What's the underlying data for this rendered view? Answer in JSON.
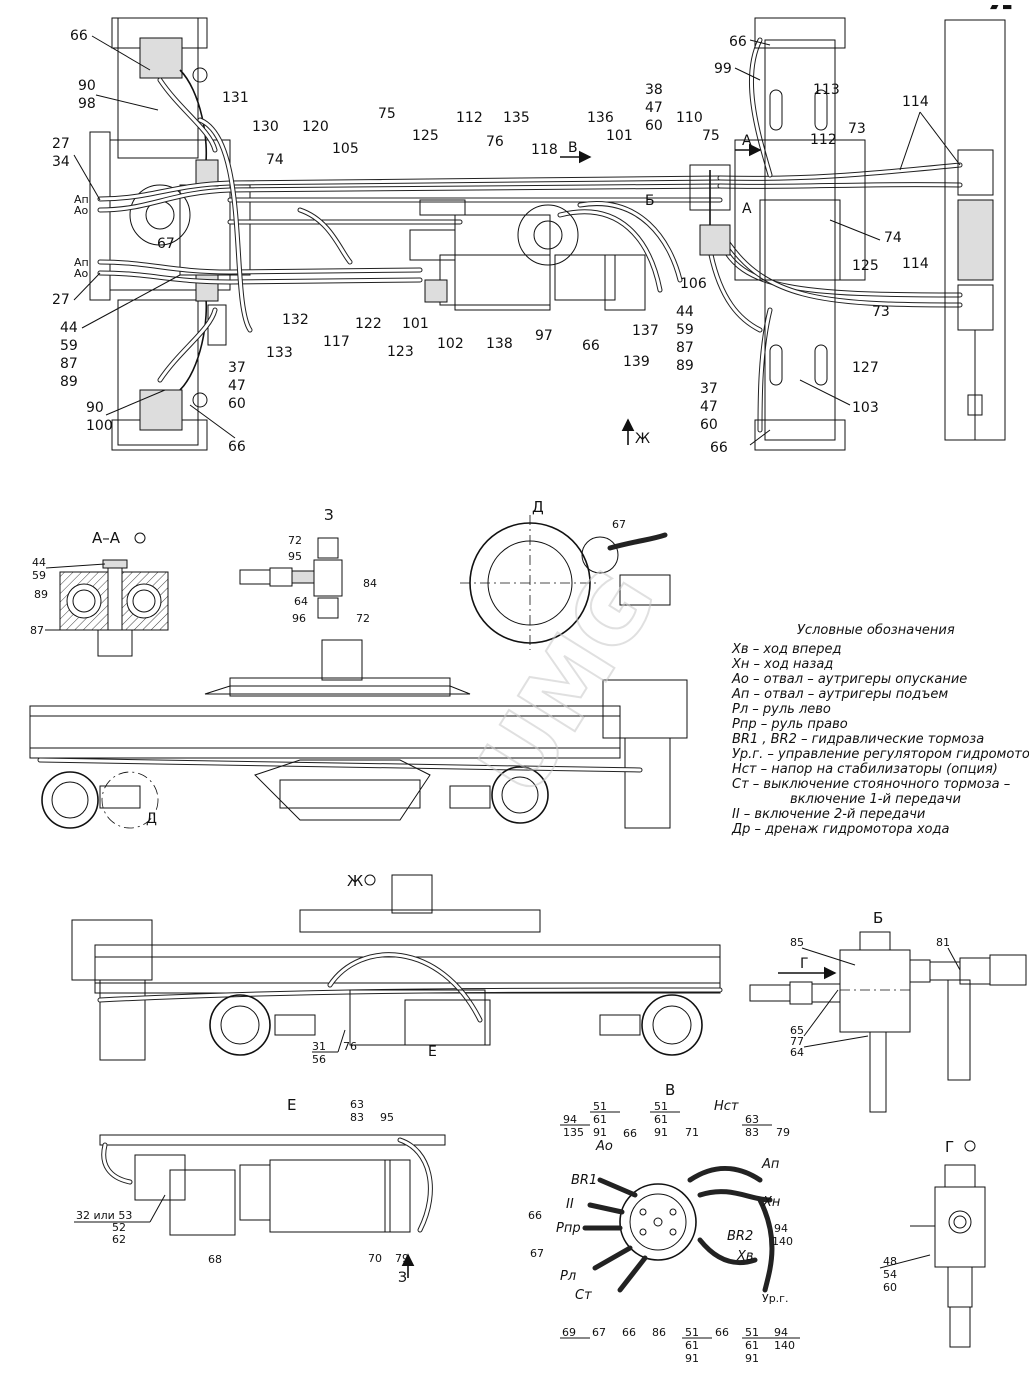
{
  "main_view": {
    "direction_label": "Ж",
    "section_a_label": "А",
    "section_b_label": "Б",
    "view_v_label": "В",
    "port_labels": [
      "Ап",
      "Ао",
      "Ап",
      "Ао"
    ],
    "callouts_left": [
      "66",
      "90",
      "98",
      "27",
      "34",
      "27",
      "44",
      "59",
      "87",
      "89",
      "90",
      "100",
      "66",
      "67",
      "131",
      "130",
      "74",
      "120",
      "105",
      "132",
      "133",
      "117",
      "122",
      "123",
      "37",
      "47",
      "60"
    ],
    "callouts_center": [
      "75",
      "125",
      "112",
      "135",
      "76",
      "118",
      "136",
      "101",
      "101",
      "102",
      "138",
      "97",
      "66",
      "137",
      "139",
      "106"
    ],
    "callouts_right": [
      "66",
      "99",
      "38",
      "47",
      "60",
      "110",
      "75",
      "113",
      "112",
      "73",
      "114",
      "74",
      "125",
      "114",
      "73",
      "127",
      "44",
      "59",
      "87",
      "89",
      "37",
      "47",
      "60",
      "103",
      "66"
    ]
  },
  "section_aa": {
    "title": "А–А",
    "callouts": [
      "44",
      "59",
      "89",
      "87"
    ]
  },
  "view_z": {
    "title": "З",
    "callouts": [
      "72",
      "95",
      "84",
      "64",
      "96",
      "72"
    ]
  },
  "view_d": {
    "title": "Д",
    "callouts": [
      "67"
    ]
  },
  "side_view": {
    "view_label": "Д"
  },
  "view_zh": {
    "title": "Ж",
    "callouts": [
      "31",
      "56",
      "76"
    ],
    "view_e_label": "Е"
  },
  "view_b": {
    "title": "Б",
    "arrow_label": "Г",
    "callouts": [
      "85",
      "81",
      "65",
      "77",
      "64"
    ]
  },
  "view_e": {
    "title": "Е",
    "callouts": [
      "63",
      "83",
      "95",
      "32 или 53",
      "52",
      "62",
      "68",
      "70",
      "79"
    ],
    "view_z_label": "З"
  },
  "view_v": {
    "title": "В",
    "ports": [
      "Ао",
      "Нст",
      "Ап",
      "BR1",
      "II",
      "Хн",
      "Рпр",
      "BR2",
      "Хв",
      "Рл",
      "Ст",
      "Ур.г."
    ],
    "callouts_top": [
      "94",
      "135",
      "51",
      "61",
      "91",
      "66",
      "51",
      "61",
      "91",
      "71",
      "63",
      "83",
      "79"
    ],
    "callouts_side": [
      "66",
      "67",
      "94",
      "140"
    ],
    "callouts_bottom": [
      "69",
      "67",
      "66",
      "86",
      "51",
      "61",
      "91",
      "66",
      "51",
      "61",
      "91",
      "94",
      "140"
    ]
  },
  "view_g": {
    "title": "Г",
    "callouts": [
      "48",
      "54",
      "60"
    ]
  },
  "legend": {
    "title": "Условные обозначения",
    "items": [
      "Хв – ход вперед",
      "Хн – ход назад",
      "Ао – отвал – аутригеры опускание",
      "Ап – отвал – аутригеры подъем",
      "Рл – руль лево",
      "Рпр – руль право",
      "BR1 , BR2 – гидравлические тормоза",
      "Ур.г. – управление регулятором гидромотора",
      "Нст – напор на стабилизаторы (опция)",
      "Ст – выключение стояночного тормоза –",
      "включение 1-й передачи",
      "II – включение 2-й передачи",
      "Др – дренаж гидромотора хода"
    ]
  },
  "watermark": "UMG",
  "corner_mark": "▰ ▬"
}
